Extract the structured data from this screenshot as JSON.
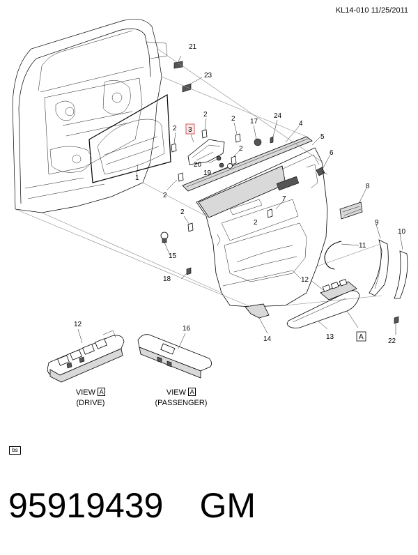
{
  "header": {
    "ref": "KL14-010 11/25/2011"
  },
  "callouts": {
    "c1": "1",
    "c2": "2",
    "c3": "3",
    "c4": "4",
    "c5": "5",
    "c6": "6",
    "c7": "7",
    "c8": "8",
    "c9": "9",
    "c10": "10",
    "c11": "11",
    "c12": "12",
    "c13": "13",
    "c14": "14",
    "c15": "15",
    "c16": "16",
    "c17": "17",
    "c18": "18",
    "c19": "19",
    "c20": "20",
    "c21": "21",
    "c22": "22",
    "c23": "23",
    "c24": "24"
  },
  "view_marker": "A",
  "views": {
    "drive": {
      "word": "VIEW",
      "marker": "A",
      "caption": "(DRIVE)"
    },
    "passenger": {
      "word": "VIEW",
      "marker": "A",
      "caption": "(PASSENGER)"
    }
  },
  "bs_tag": "bs",
  "footer": {
    "part_number": "95919439",
    "brand": "GM"
  },
  "highlight_color": "#d9545b"
}
